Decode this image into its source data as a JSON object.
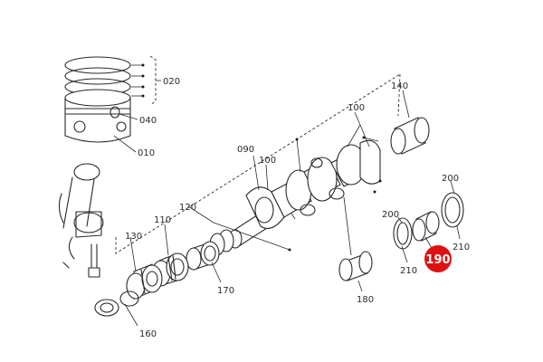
{
  "diagram": {
    "callouts": {
      "c020": "020",
      "c040": "040",
      "c010": "010",
      "c090": "090",
      "c100a": "100",
      "c100b": "100",
      "c140": "140",
      "c120": "120",
      "c110": "110",
      "c130": "130",
      "c170": "170",
      "c160": "160",
      "c180": "180",
      "c200a": "200",
      "c200b": "200",
      "c210a": "210",
      "c210b": "210",
      "c190": "190"
    },
    "highlight": {
      "part_number": "190",
      "color": "#dd1111"
    }
  }
}
